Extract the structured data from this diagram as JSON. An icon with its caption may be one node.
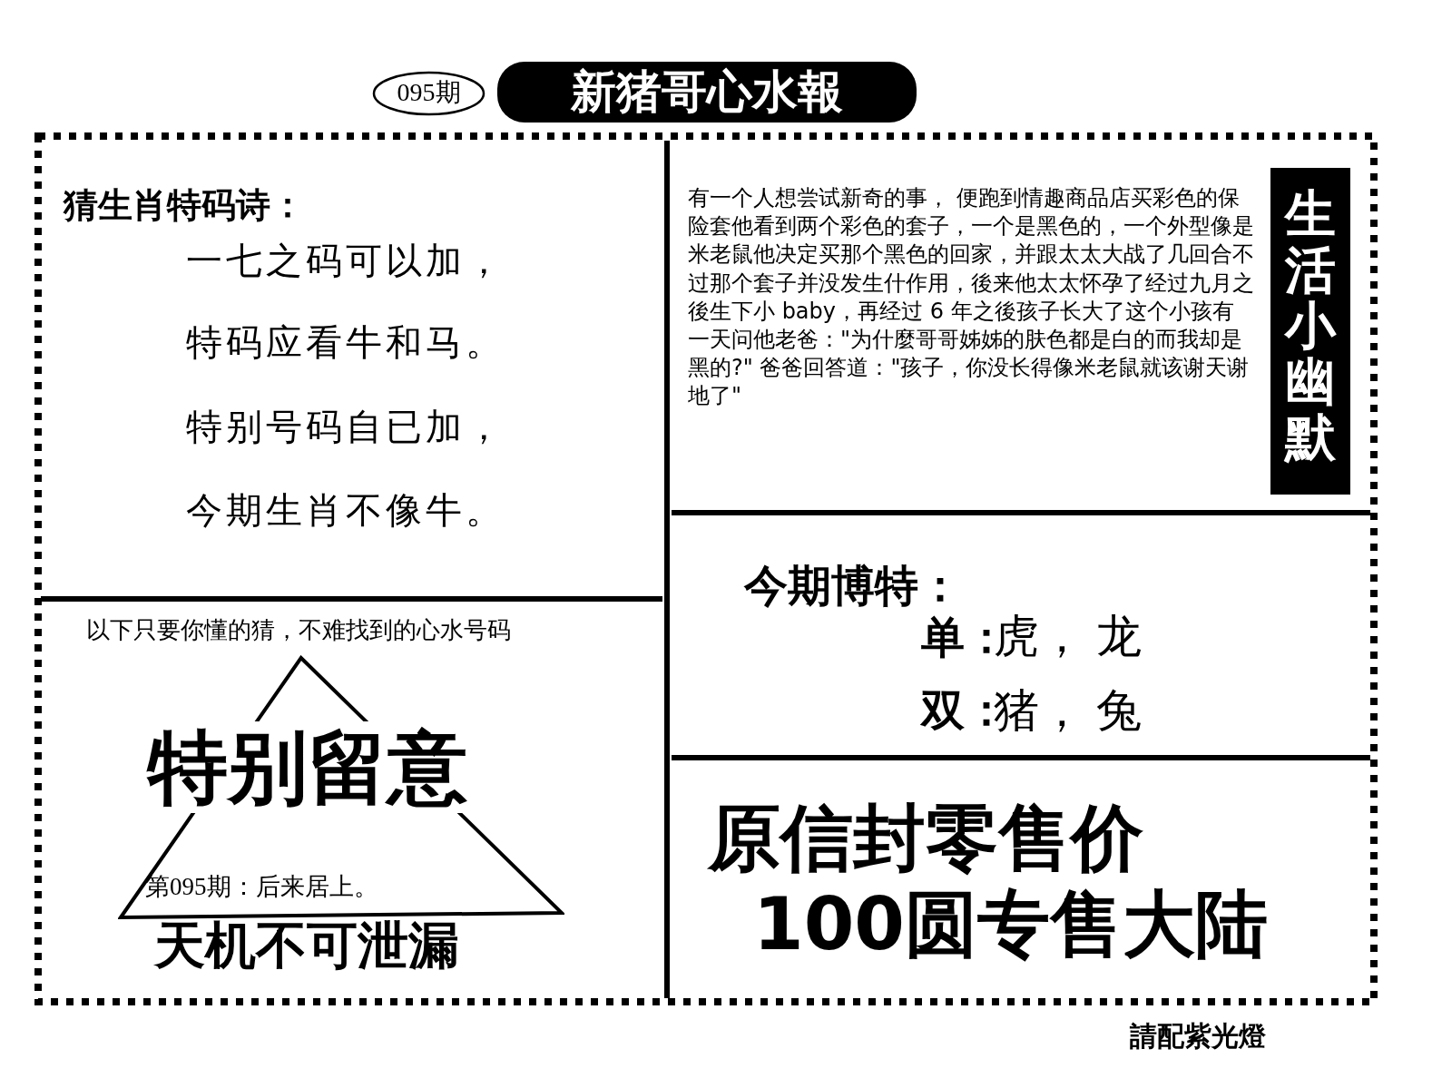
{
  "diagram": {
    "title": "新猪哥心水報",
    "nodes": [
      {
        "text": [
          "095期"
        ]
      },
      {
        "text": [
          "猜生肖特码诗：",
          "一七之码可以加，",
          "特码应看牛和马。",
          "特别号码自已加，",
          "今期生肖不像牛。"
        ]
      },
      {
        "text": [
          "有一个人想尝试新奇的事， 便跑到情趣商品店买彩色的保险套他看到两个彩色的套子，一个是黑色的，一个外型像是米老鼠他决定买那个黑色的回家，并跟太太大战了几回合不过那个套子并没发生什作用，後来他太太怀孕了经过九月之後生下小 baby，再经过 6 年之後孩子长大了这个小孩有一天问他老爸：\"为什麼哥哥姊姊的肤色都是白的而我却是黑的?\" 爸爸回答道：\"孩子，你没长得像米老鼠就该谢天谢地了\""
        ]
      },
      {
        "text": [
          "生活小幽默"
        ],
        "in": 2
      },
      {
        "text": [
          "今期博特：",
          "单：",
          "虎， 龙",
          "双：",
          "猪， 兔"
        ]
      },
      {
        "text": [
          "原信封零售价",
          "100圆专售大陆"
        ]
      },
      {
        "text": [
          "以下只要你懂的猜，不难找到的心水号码",
          "天机不可泄漏"
        ]
      },
      {
        "text": [
          "特别留意",
          "第095期：后来居上。"
        ],
        "in": 6
      }
    ],
    "labels": [
      "請配紫光燈"
    ]
  }
}
